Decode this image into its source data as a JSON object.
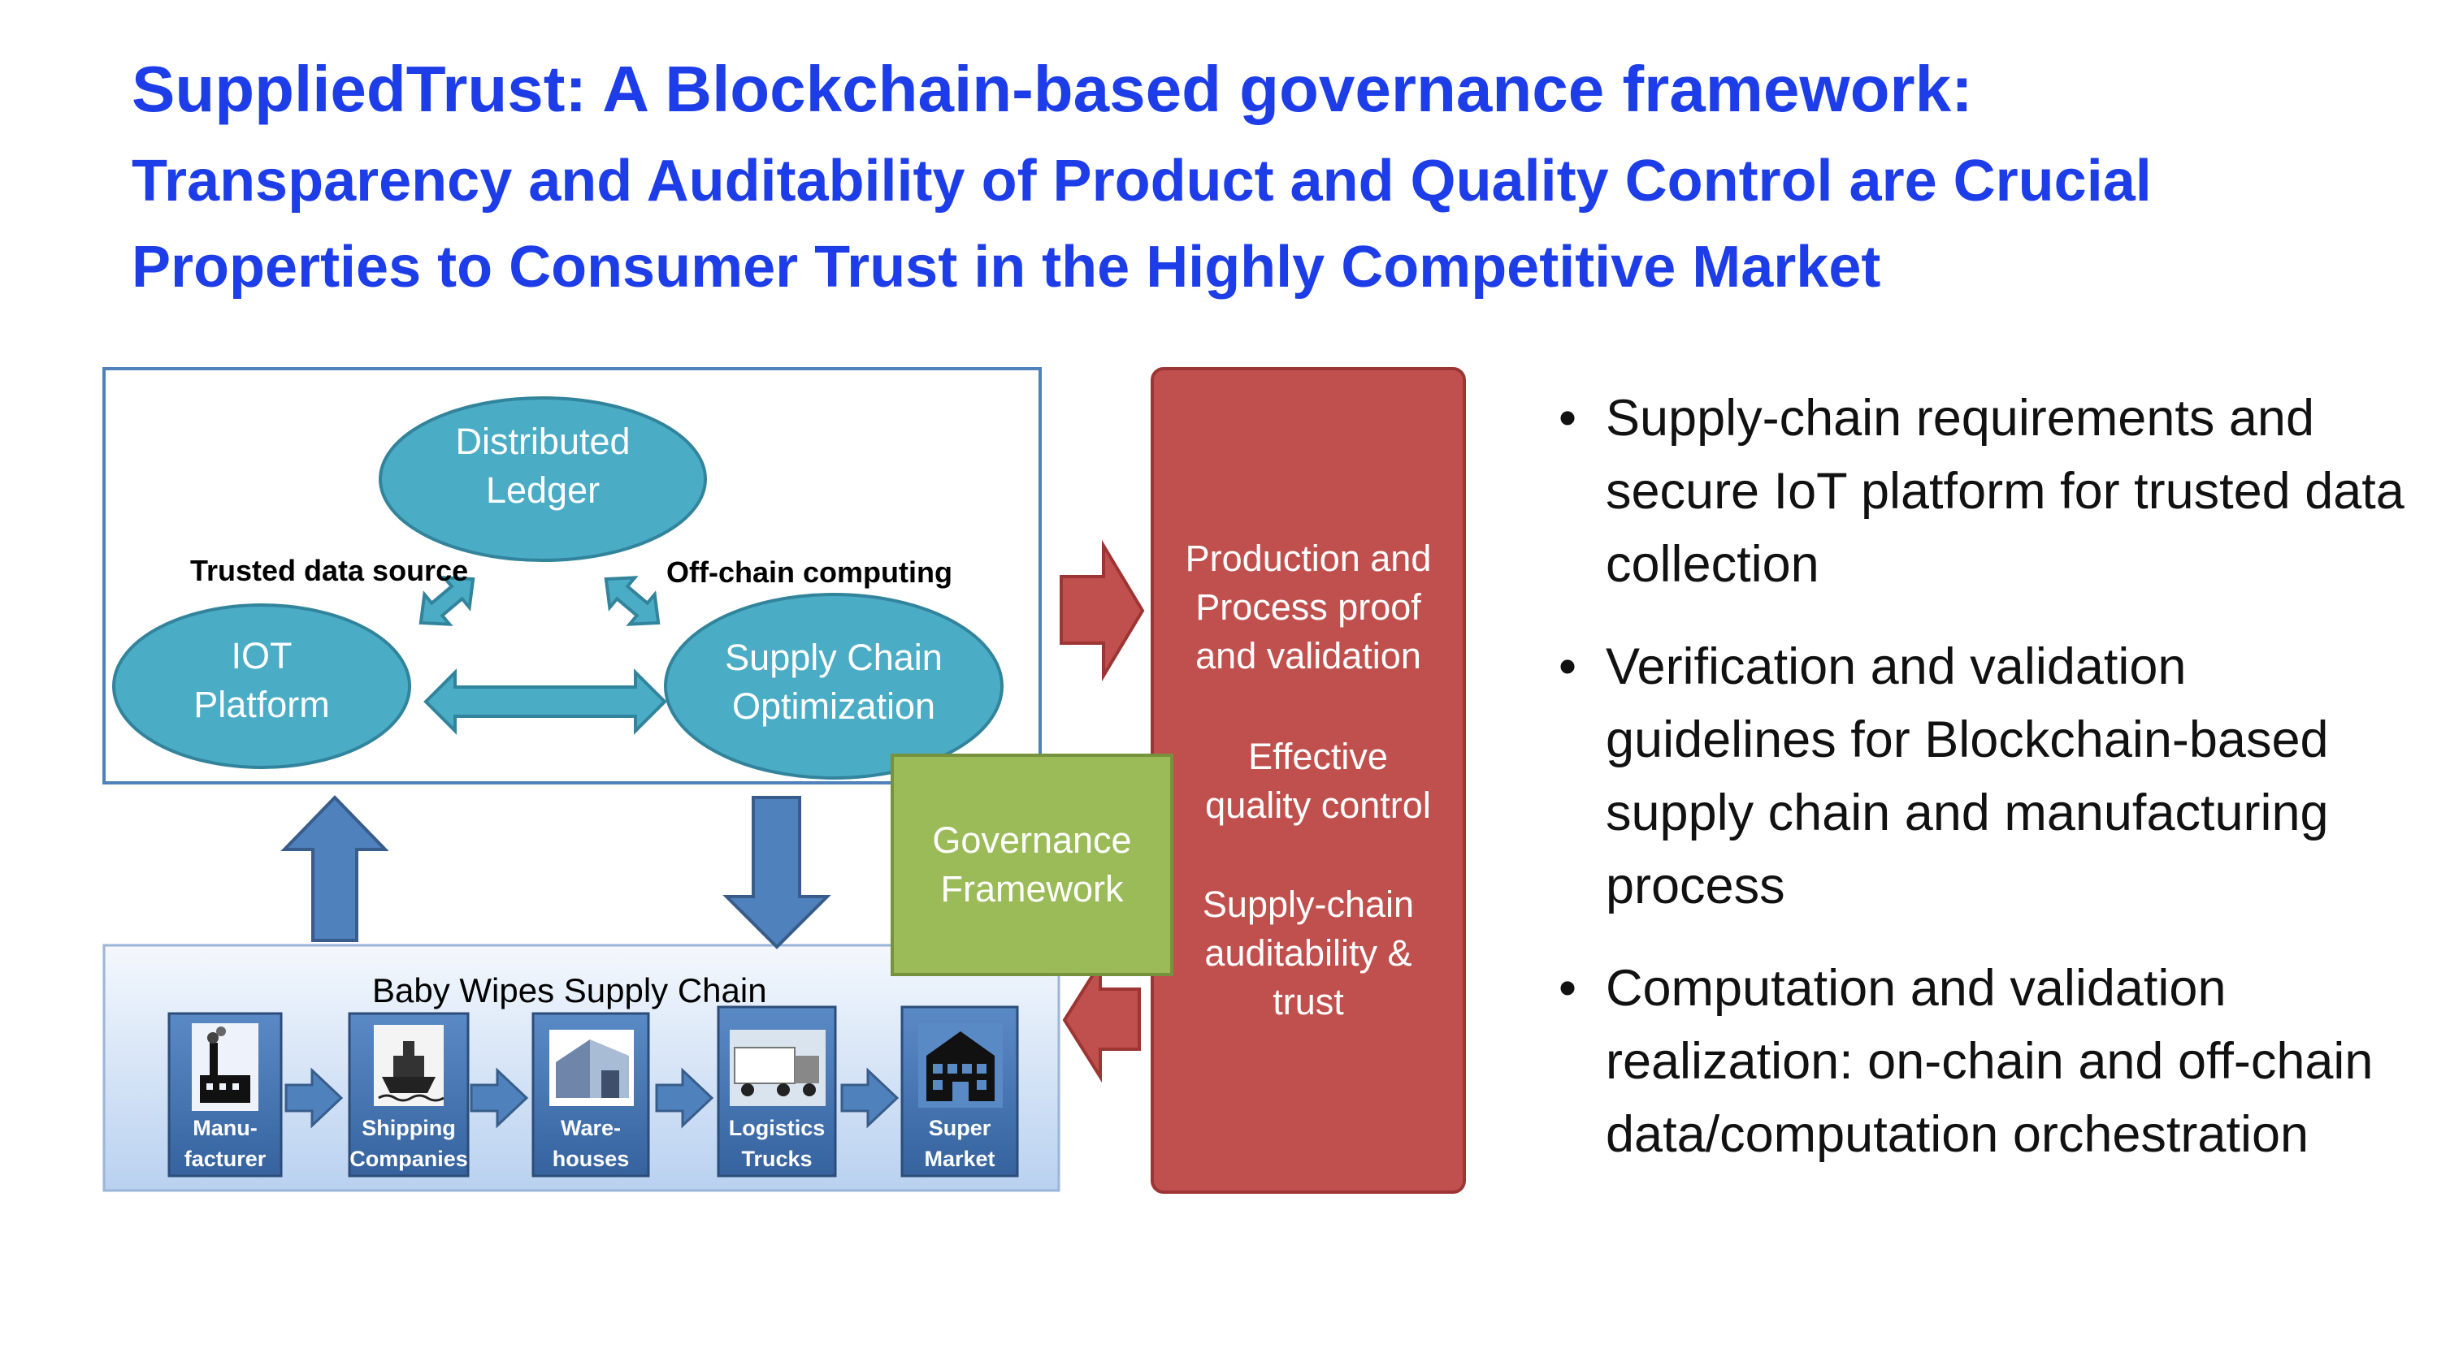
{
  "title": "SuppliedTrust: A Blockchain-based governance framework:",
  "subtitle": {
    "line1": "Transparency and Auditability of Product and Quality Control are Crucial",
    "line2": "Properties to Consumer Trust in the Highly Competitive Market"
  },
  "diagram": {
    "nodes": {
      "ledger": [
        "Distributed",
        "Ledger"
      ],
      "iot": [
        "IOT",
        "Platform"
      ],
      "sco": [
        "Supply Chain",
        "Optimization"
      ],
      "governance": [
        "Governance",
        "Framework"
      ]
    },
    "edge_labels": {
      "trusted": "Trusted data source",
      "offchain": "Off-chain computing"
    },
    "red_panel": [
      [
        "Production and",
        "Process proof",
        "and validation"
      ],
      [
        "Effective",
        "quality control"
      ],
      [
        "Supply-chain",
        "auditability &",
        "trust"
      ]
    ],
    "supply_chain_title": "Baby Wipes Supply Chain",
    "chain_steps": [
      {
        "line1": "Manu-",
        "line2": "facturer",
        "icon": "factory-icon"
      },
      {
        "line1": "Shipping",
        "line2": "Companies",
        "icon": "ship-icon"
      },
      {
        "line1": "Ware-",
        "line2": "houses",
        "icon": "warehouse-icon"
      },
      {
        "line1": "Logistics",
        "line2": "Trucks",
        "icon": "truck-icon"
      },
      {
        "line1": "Super",
        "line2": "Market",
        "icon": "supermarket-icon"
      }
    ],
    "colors": {
      "node_fill": "#4bacc6",
      "red_panel": "#c0504d",
      "governance": "#9bbb59",
      "arrow_blue": "#4f81bd"
    }
  },
  "bullets": [
    "Supply-chain requirements and secure IoT platform for trusted data collection",
    "Verification and validation guidelines for Blockchain-based supply chain and manufacturing process",
    "Computation and validation realization: on-chain and off-chain data/computation orchestration"
  ]
}
